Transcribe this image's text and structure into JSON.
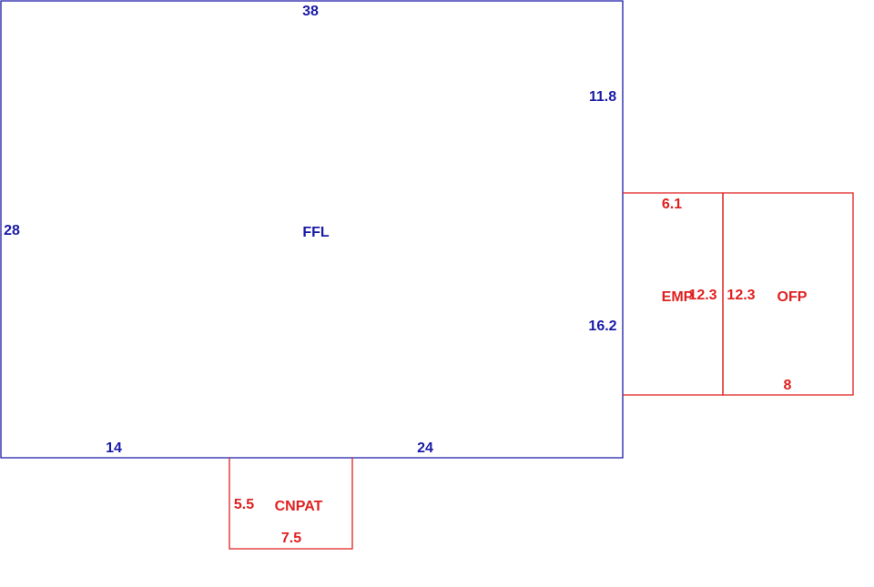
{
  "colors": {
    "main": "#1a1aa8",
    "addition": "#e02020",
    "background": "#ffffff"
  },
  "areas": {
    "ffl": {
      "label": "FFL",
      "dims": {
        "top": "38",
        "right_upper": "11.8",
        "right_lower": "16.2",
        "left": "28",
        "bottom_left": "14",
        "bottom_right": "24"
      }
    },
    "emp": {
      "label": "EMP",
      "dims": {
        "top": "6.1",
        "side": "12.3"
      }
    },
    "ofp": {
      "label": "OFP",
      "dims": {
        "side": "12.3",
        "bottom": "8"
      }
    },
    "cnpat": {
      "label": "CNPAT",
      "dims": {
        "side": "5.5",
        "bottom": "7.5"
      }
    }
  }
}
